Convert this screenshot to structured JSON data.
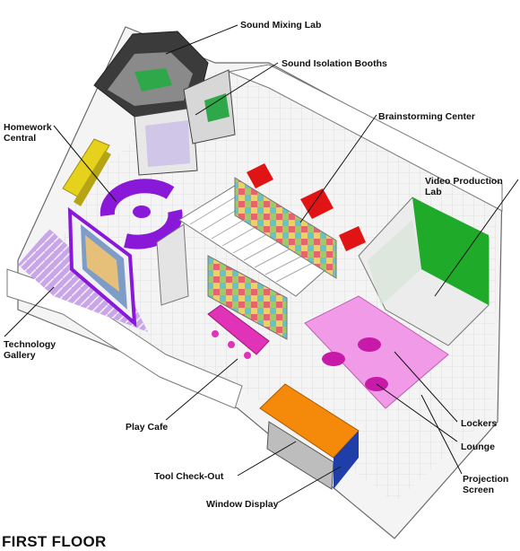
{
  "labels": {
    "sound_mixing_lab": "Sound Mixing Lab",
    "sound_isolation_booths": "Sound Isolation Booths",
    "brainstorming_center": "Brainstorming Center",
    "homework_central": "Homework\nCentral",
    "video_production_lab": "Video Production\nLab",
    "technology_gallery": "Technology\nGallery",
    "play_cafe": "Play Cafe",
    "lockers": "Lockers",
    "lounge": "Lounge",
    "projection_screen": "Projection\nScreen",
    "tool_check_out": "Tool Check-Out",
    "window_display": "Window Display"
  },
  "floor_title": "FIRST FLOOR",
  "colors": {
    "purple": "#8a18d8",
    "yellow": "#e6d21c",
    "red": "#e01414",
    "magenta": "#e033b8",
    "pink_floor": "#f09ae8",
    "green": "#1faa2a",
    "orange": "#f58a0a",
    "lavender": "#c9a6e8",
    "dark_gray": "#4a4a4a"
  }
}
